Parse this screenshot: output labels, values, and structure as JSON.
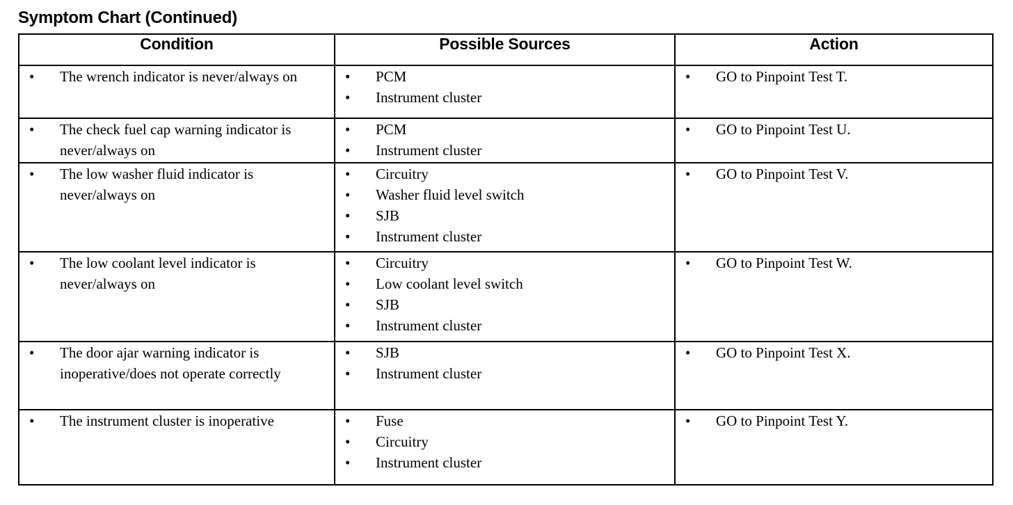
{
  "document": {
    "title": "Symptom Chart (Continued)"
  },
  "table": {
    "columns": [
      {
        "key": "condition",
        "label": "Condition"
      },
      {
        "key": "sources",
        "label": "Possible Sources"
      },
      {
        "key": "action",
        "label": "Action"
      }
    ],
    "rows": [
      {
        "condition": [
          "The wrench indicator is never/always on"
        ],
        "sources": [
          "PCM",
          "Instrument cluster"
        ],
        "action": [
          "GO to Pinpoint Test T."
        ]
      },
      {
        "condition": [
          "The check fuel cap warning indicator is never/always on"
        ],
        "sources": [
          "PCM",
          "Instrument cluster"
        ],
        "action": [
          "GO to Pinpoint Test U."
        ]
      },
      {
        "condition": [
          "The low washer fluid indicator is never/always on"
        ],
        "sources": [
          "Circuitry",
          "Washer fluid level switch",
          "SJB",
          "Instrument cluster"
        ],
        "action": [
          "GO to Pinpoint Test V."
        ]
      },
      {
        "condition": [
          "The low coolant level indicator is never/always on"
        ],
        "sources": [
          "Circuitry",
          "Low coolant level switch",
          "SJB",
          "Instrument cluster"
        ],
        "action": [
          "GO to Pinpoint Test W."
        ]
      },
      {
        "condition": [
          "The door ajar warning indicator is inoperative/does not operate correctly"
        ],
        "sources": [
          "SJB",
          "Instrument cluster"
        ],
        "action": [
          "GO to Pinpoint Test X."
        ]
      },
      {
        "condition": [
          "The instrument cluster is inoperative"
        ],
        "sources": [
          "Fuse",
          "Circuitry",
          "Instrument cluster"
        ],
        "action": [
          "GO to Pinpoint Test Y."
        ]
      }
    ],
    "bullet_glyph": "•"
  },
  "colors": {
    "text": "#000000",
    "background": "#ffffff",
    "border": "#000000"
  }
}
